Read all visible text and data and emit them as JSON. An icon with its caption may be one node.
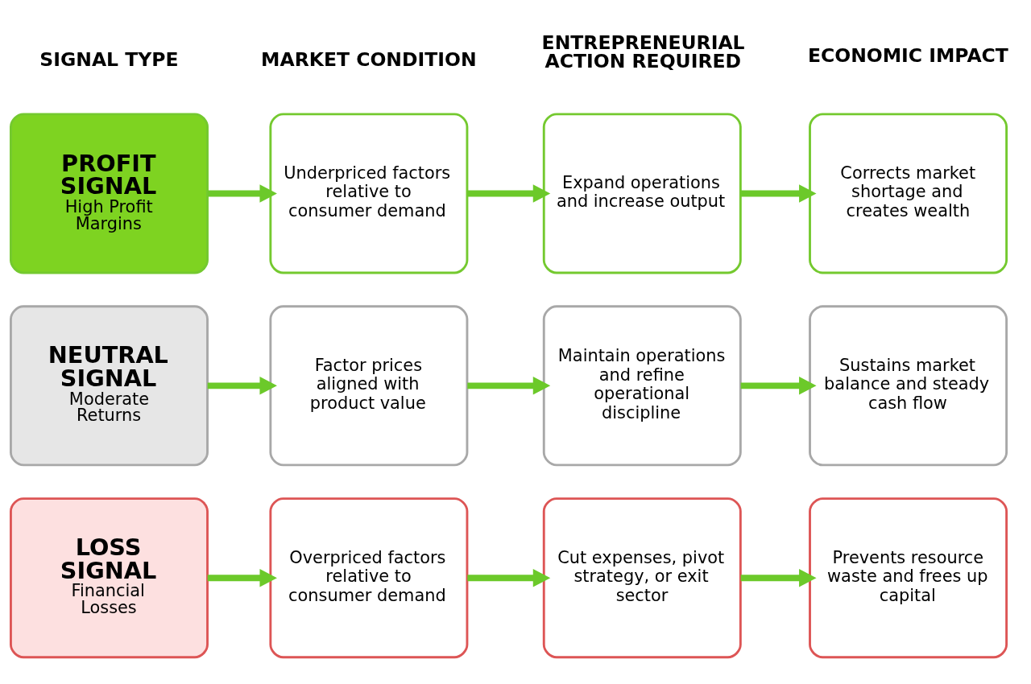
{
  "diagram": {
    "nodes": [
      {
        "text": [
          "PROFIT SIGNAL",
          "High Profit Margins"
        ]
      },
      {
        "text": [
          "Underpriced factors relative to consumer demand"
        ]
      },
      {
        "text": [
          "Expand operations and increase output"
        ]
      },
      {
        "text": [
          "Corrects market shortage and creates wealth"
        ]
      },
      {
        "text": [
          "NEUTRAL SIGNAL",
          "Moderate Returns"
        ]
      },
      {
        "text": [
          "Factor prices aligned with product value"
        ]
      },
      {
        "text": [
          "Maintain operations and refine operational discipline"
        ]
      },
      {
        "text": [
          "Sustains market balance and steady cash flow"
        ]
      },
      {
        "text": [
          "LOSS SIGNAL",
          "Financial Losses"
        ]
      },
      {
        "text": [
          "Overpriced factors relative to consumer demand"
        ]
      },
      {
        "text": [
          "Cut expenses, pivot strategy, or exit sector"
        ]
      },
      {
        "text": [
          "Prevents resource waste and frees up capital"
        ]
      }
    ],
    "edges": [
      {
        "from": 0,
        "to": 1,
        "arrow": "to"
      },
      {
        "from": 1,
        "to": 2,
        "arrow": "to"
      },
      {
        "from": 2,
        "to": 3,
        "arrow": "to"
      },
      {
        "from": 4,
        "to": 5,
        "arrow": "to"
      },
      {
        "from": 5,
        "to": 6,
        "arrow": "to"
      },
      {
        "from": 6,
        "to": 7,
        "arrow": "to"
      },
      {
        "from": 8,
        "to": 9,
        "arrow": "to"
      },
      {
        "from": 9,
        "to": 10,
        "arrow": "to"
      },
      {
        "from": 10,
        "to": 11,
        "arrow": "to"
      }
    ],
    "labels": [
      "SIGNAL TYPE",
      "MARKET CONDITION",
      "ENTREPRENEURIAL ACTION REQUIRED",
      "ECONOMIC IMPACT"
    ]
  }
}
